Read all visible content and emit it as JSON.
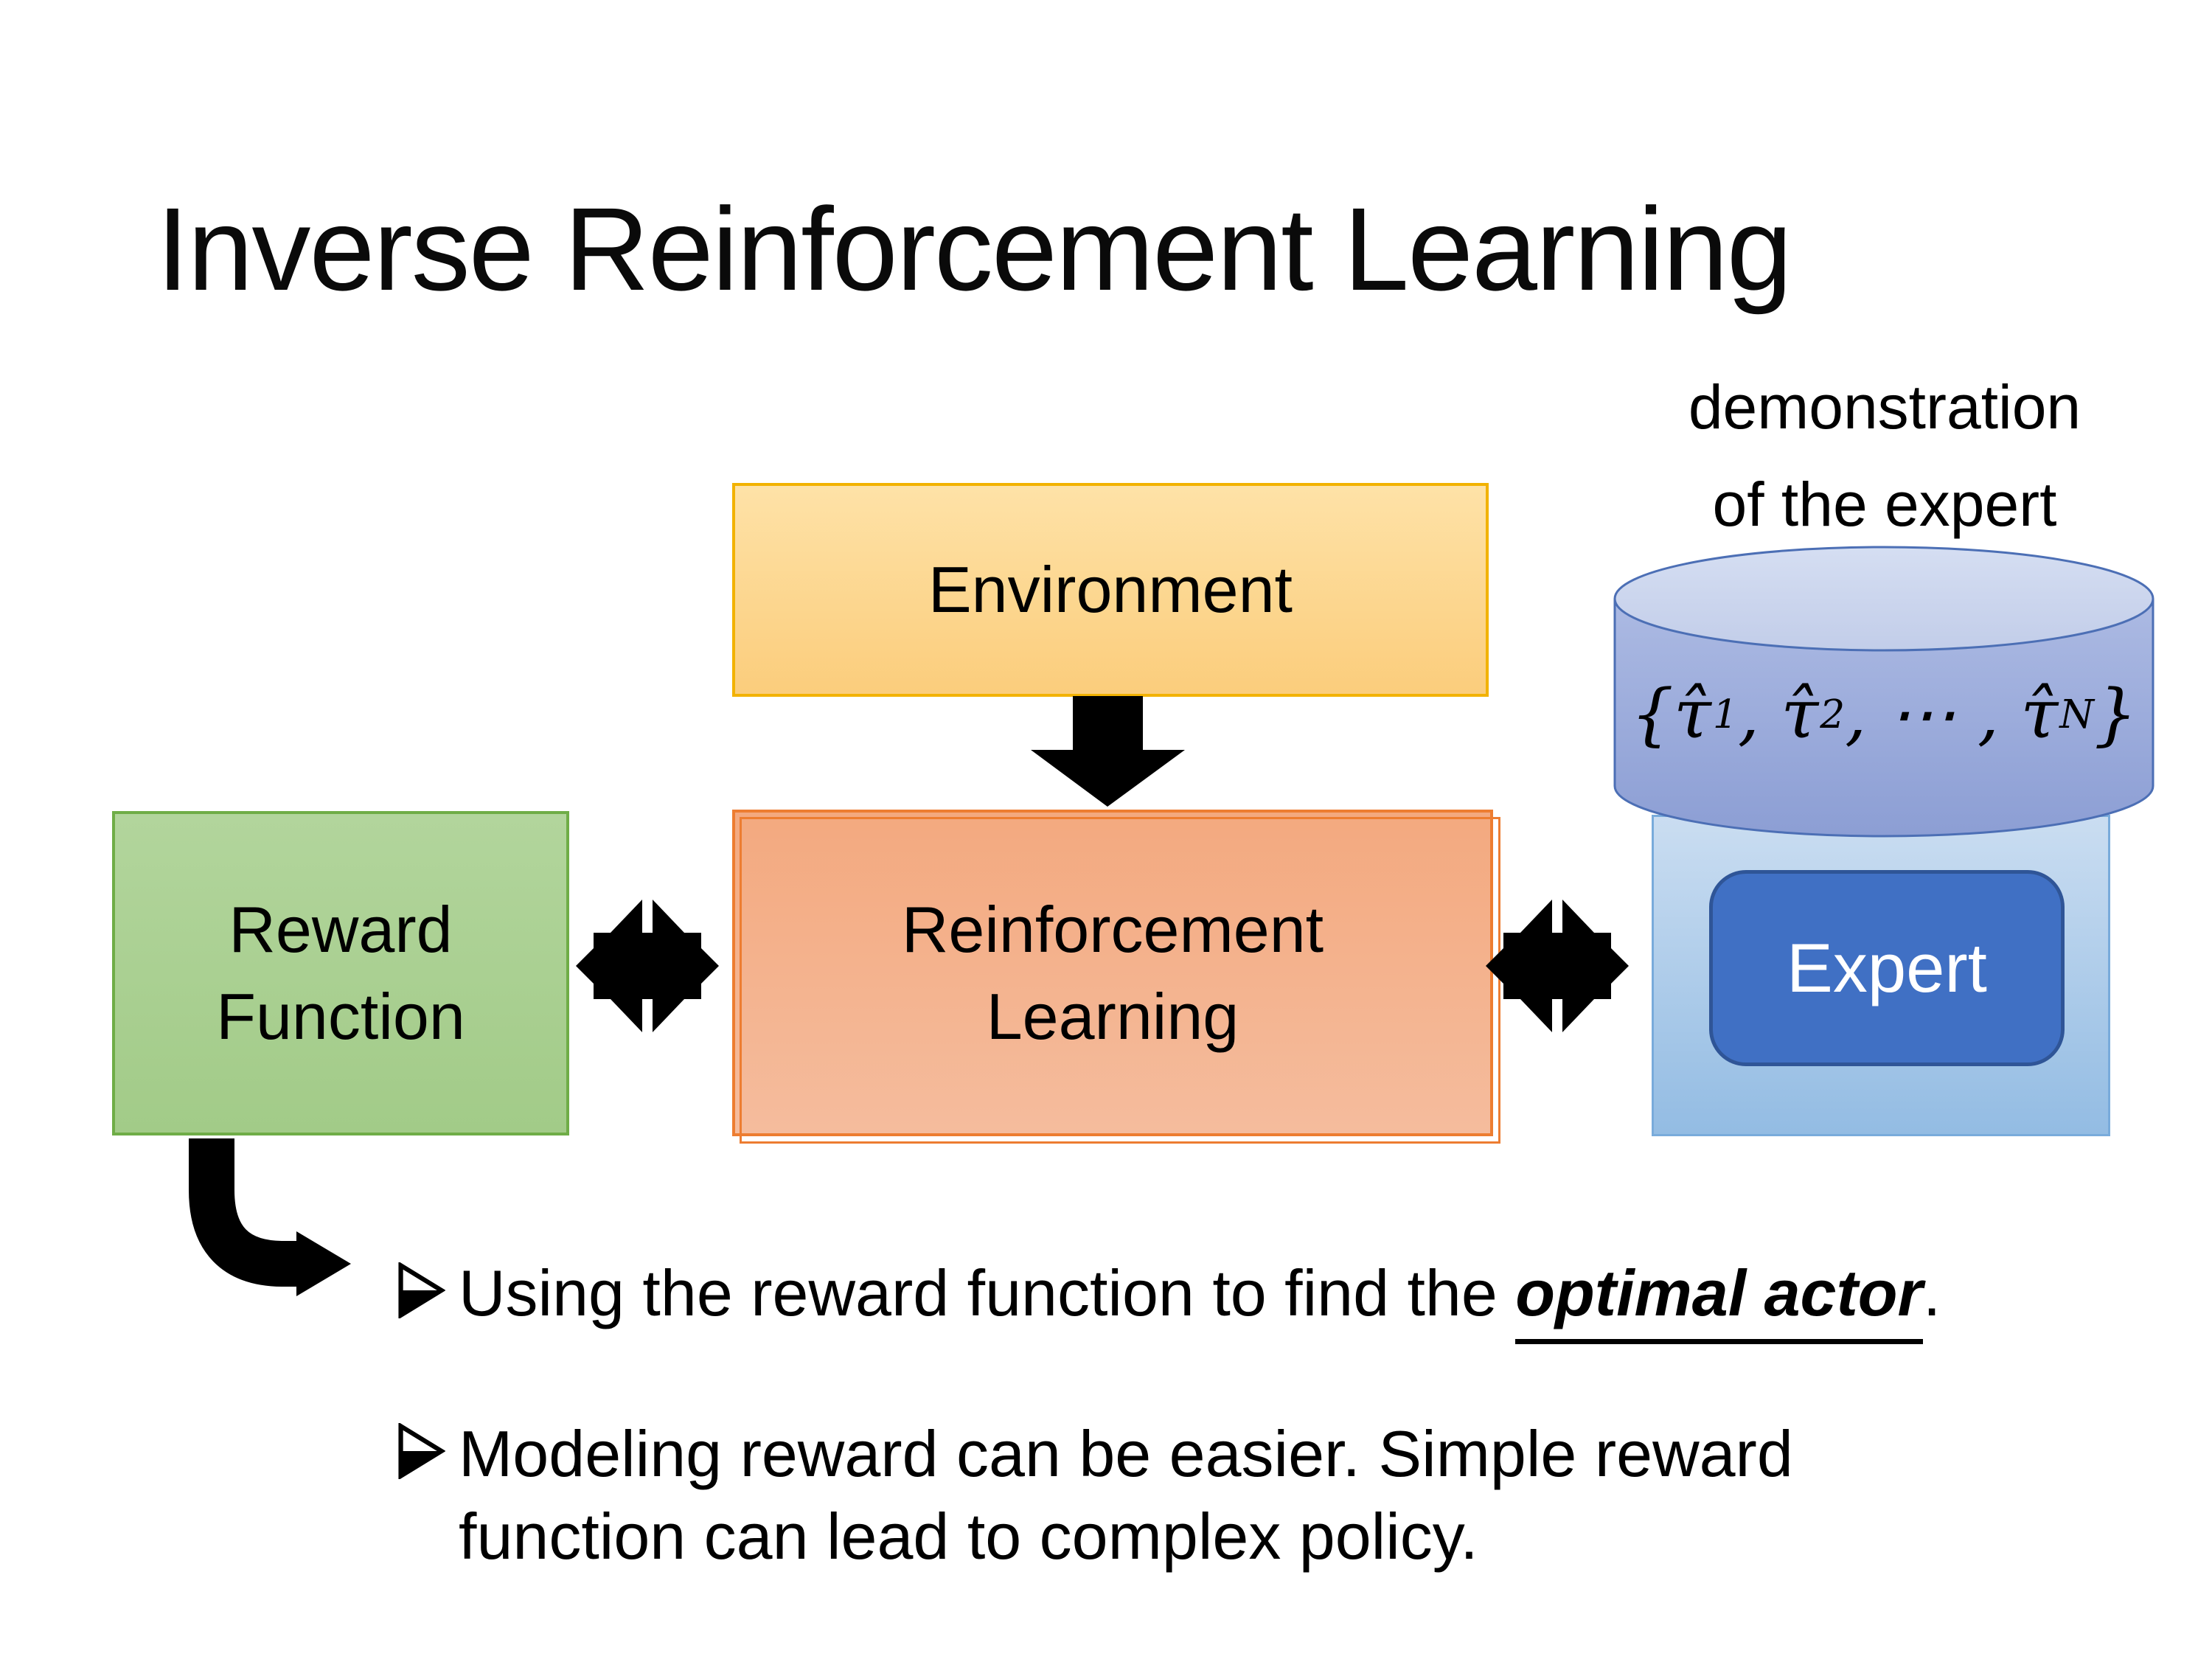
{
  "slide": {
    "title": "Inverse Reinforcement Learning",
    "annotation": {
      "line1": "demonstration",
      "line2": "of the expert"
    },
    "nodes": {
      "environment": {
        "label": "Environment"
      },
      "reward_function": {
        "label_line1": "Reward",
        "label_line2": "Function"
      },
      "reinforcement_learning": {
        "label_line1": "Reinforcement",
        "label_line2": "Learning"
      },
      "expert": {
        "label": "Expert"
      },
      "demonstration_db": {
        "formula_parts": [
          {
            "t": "{τ̂",
            "s": "1"
          },
          {
            "t": ", τ̂",
            "s": "2"
          },
          {
            "t": ", ⋯ , τ̂",
            "s": "N"
          },
          {
            "t": "}",
            "s": ""
          }
        ]
      }
    },
    "bullets": {
      "item1": {
        "pre": "Using the reward function to find the ",
        "emphasis": "optimal actor",
        "post": "."
      },
      "item2": {
        "line1": "Modeling reward can be easier. Simple reward",
        "line2": "function can lead to complex policy."
      }
    },
    "colors": {
      "environment_fill": "#FBCD7C",
      "environment_border": "#F2B200",
      "reward_fill": "#A9CF92",
      "reward_border": "#6FAD47",
      "rl_fill": "#F4B18B",
      "rl_border": "#ED7D31",
      "cylinder_fill": "#96A7D9",
      "cylinder_top_fill": "#CCD6EE",
      "cylinder_border": "#4C6FB5",
      "expert_panel_fill": "#AFCBE9",
      "expert_panel_border": "#79ABDB",
      "expert_fill": "#4070C4",
      "expert_border": "#2F5597",
      "arrow_color": "#000000"
    }
  }
}
